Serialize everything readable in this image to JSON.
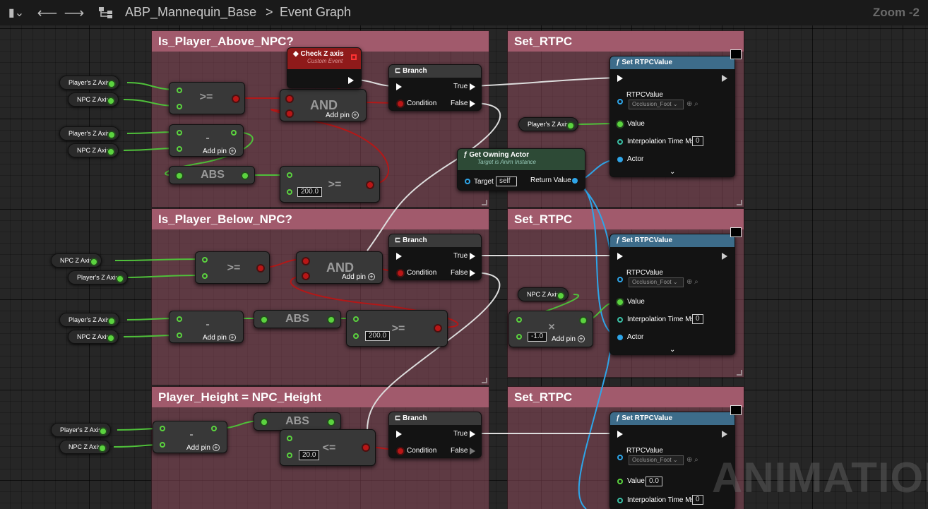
{
  "toolbar": {
    "breadcrumb_root": "ABP_Mannequin_Base",
    "breadcrumb_sep": ">",
    "breadcrumb_page": "Event Graph",
    "zoom": "Zoom -2"
  },
  "comments": [
    {
      "title": "Is_Player_Above_NPC?"
    },
    {
      "title": "Set_RTPC"
    },
    {
      "title": "Is_Player_Below_NPC?"
    },
    {
      "title": "Set_RTPC"
    },
    {
      "title": "Player_Height = NPC_Height"
    },
    {
      "title": "Set_RTPC"
    }
  ],
  "vars": {
    "player_z": "Player's Z Axis",
    "npc_z": "NPC Z Axis"
  },
  "ops": {
    "gte": ">=",
    "lte": "<=",
    "minus": "-",
    "abs": "ABS",
    "and": "AND",
    "mult": "×"
  },
  "labels": {
    "add_pin": "Add pin",
    "branch": "Branch",
    "true": "True",
    "false": "False",
    "condition": "Condition",
    "check_z": "Check Z axis",
    "custom_event": "Custom Event",
    "get_owner": "Get Owning Actor",
    "target_is": "Target is Anim Instance",
    "target": "Target",
    "self": "self",
    "return_value": "Return Value",
    "set_rtpc": "Set RTPCValue",
    "rtpc_value": "RTPCValue",
    "occlusion": "Occlusion_Foot",
    "value": "Value",
    "interp": "Interpolation Time Ms",
    "actor": "Actor"
  },
  "values": {
    "v200": "200.0",
    "v20": "20.0",
    "neg1": "-1.0",
    "zero": "0",
    "v00": "0.0"
  },
  "watermark": "ANIMATION"
}
